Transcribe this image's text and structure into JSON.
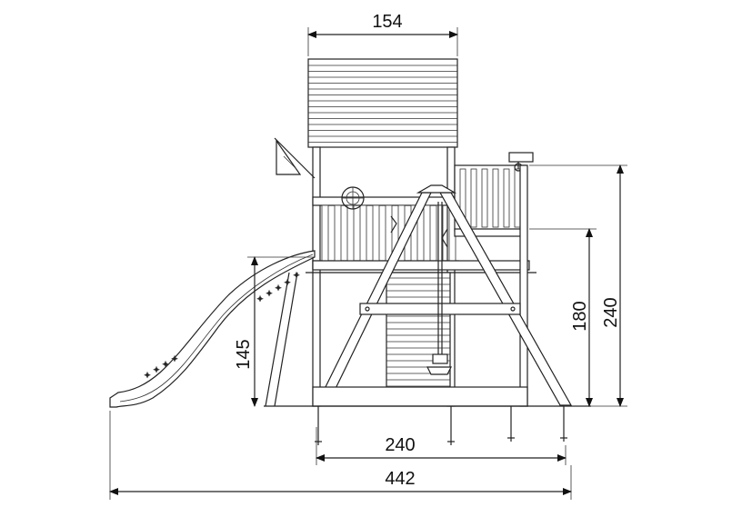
{
  "dimensions": {
    "roof_width": "154",
    "platform_height": "180",
    "total_height": "240",
    "slide_height": "145",
    "frame_width": "240",
    "total_width": "442"
  }
}
